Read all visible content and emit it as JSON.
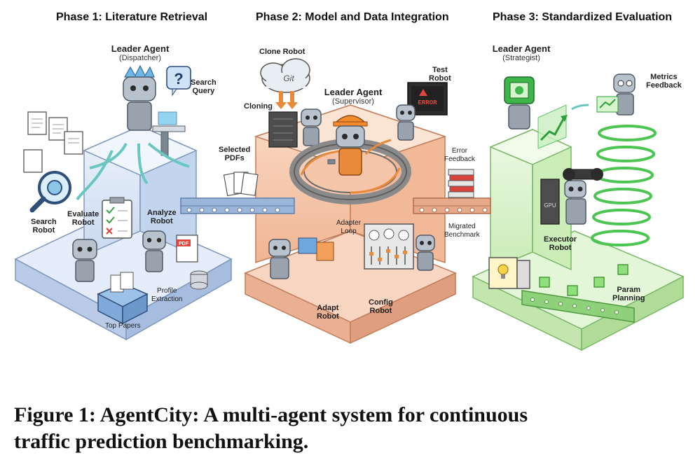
{
  "phases": [
    {
      "title": "Phase 1: Literature Retrieval"
    },
    {
      "title": "Phase 2: Model and Data Integration"
    },
    {
      "title": "Phase 3: Standardized Evaluation"
    }
  ],
  "phase1": {
    "leader": "Leader Agent",
    "leader_role": "(Dispatcher)",
    "search_query": [
      "Search",
      "Query"
    ],
    "search_robot": [
      "Search",
      "Robot"
    ],
    "evaluate_robot": [
      "Evaluate",
      "Robot"
    ],
    "analyze_robot": [
      "Analyze",
      "Robot"
    ],
    "profile_extraction": [
      "Profile",
      "Extraction"
    ],
    "top_papers": "Top Papers",
    "selected_pdfs": [
      "Selected",
      "PDFs"
    ]
  },
  "phase2": {
    "clone_robot": "Clone Robot",
    "git_label": "Git",
    "cloning": "Cloning",
    "leader": "Leader Agent",
    "leader_role": "(Supervisor)",
    "test_robot": [
      "Test",
      "Robot"
    ],
    "error_screen": "ERROR",
    "error_feedback": [
      "Error",
      "Feedback"
    ],
    "adapter_loop": [
      "Adapter",
      "Loop"
    ],
    "adapt_robot": [
      "Adapt",
      "Robot"
    ],
    "config_robot": [
      "Config",
      "Robot"
    ],
    "migrated_benchmark": [
      "Migrated",
      "Benchmark"
    ],
    "pdf_tag": "PDF"
  },
  "phase3": {
    "leader": "Leader Agent",
    "leader_role": "(Strategist)",
    "metrics_feedback": [
      "Metrics",
      "Feedback"
    ],
    "executor_robot": [
      "Executor",
      "Robot"
    ],
    "param_planning": [
      "Param",
      "Planning"
    ],
    "gpu_label": "GPU"
  },
  "caption": {
    "line1": "Figure 1: AgentCity: A multi-agent system for continuous",
    "line2": "traffic prediction benchmarking."
  },
  "colors": {
    "phase1_fill": "#dfe9f7",
    "phase1_edge": "#8fa8cc",
    "phase2_fill": "#f6c9b0",
    "phase2_edge": "#c98a6a",
    "phase3_fill": "#dcf2cf",
    "phase3_edge": "#86c277",
    "robot_grey": "#9aa3ad",
    "accent_teal": "#69c7c0",
    "accent_orange": "#e98a3b",
    "accent_green": "#4cc552",
    "conveyor": "#9ab7d9",
    "conveyor_orange": "#e6a98a"
  }
}
